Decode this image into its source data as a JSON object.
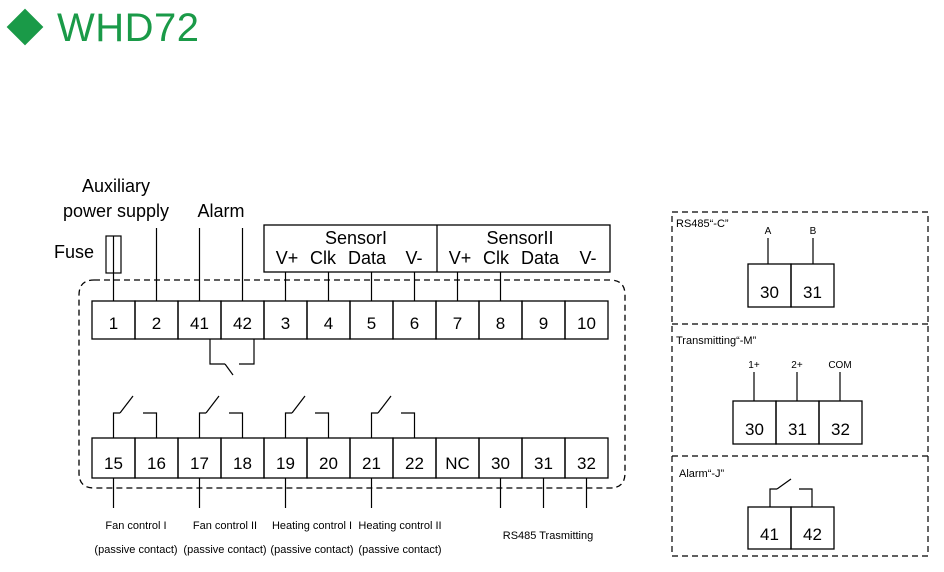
{
  "title": "WHD72",
  "colors": {
    "accent": "#1a9a48",
    "line": "#000000"
  },
  "labels": {
    "aux_line1": "Auxiliary",
    "aux_line2": "power supply",
    "fuse": "Fuse",
    "alarm": "Alarm",
    "sensor1": "SensorI",
    "sensor2": "SensorII",
    "sensor1_pins": [
      "V+",
      "Clk",
      "Data",
      "V-"
    ],
    "sensor2_pins": [
      "V+",
      "Clk",
      "Data",
      "V-"
    ]
  },
  "terminals_top": [
    "1",
    "2",
    "41",
    "42",
    "3",
    "4",
    "5",
    "6",
    "7",
    "8",
    "9",
    "10"
  ],
  "terminals_bottom": [
    "15",
    "16",
    "17",
    "18",
    "19",
    "20",
    "21",
    "22",
    "NC",
    "30",
    "31",
    "32"
  ],
  "bottom_captions": [
    {
      "line1": "Fan control I",
      "line2": "(passive contact)"
    },
    {
      "line1": "Fan control II",
      "line2": "(passive contact)"
    },
    {
      "line1": "Heating control I",
      "line2": "(passive contact)"
    },
    {
      "line1": "Heating control II",
      "line2": "(passive contact)"
    }
  ],
  "rs485_caption": "RS485 Trasmitting",
  "options": {
    "rs485": {
      "title": "RS485“-C”",
      "pins": [
        "A",
        "B"
      ],
      "terminals": [
        "30",
        "31"
      ]
    },
    "transmitting": {
      "title": "Transmitting“-M”",
      "pins": [
        "1+",
        "2+",
        "COM"
      ],
      "terminals": [
        "30",
        "31",
        "32"
      ]
    },
    "alarm": {
      "title": "Alarm“-J”",
      "terminals": [
        "41",
        "42"
      ]
    }
  }
}
